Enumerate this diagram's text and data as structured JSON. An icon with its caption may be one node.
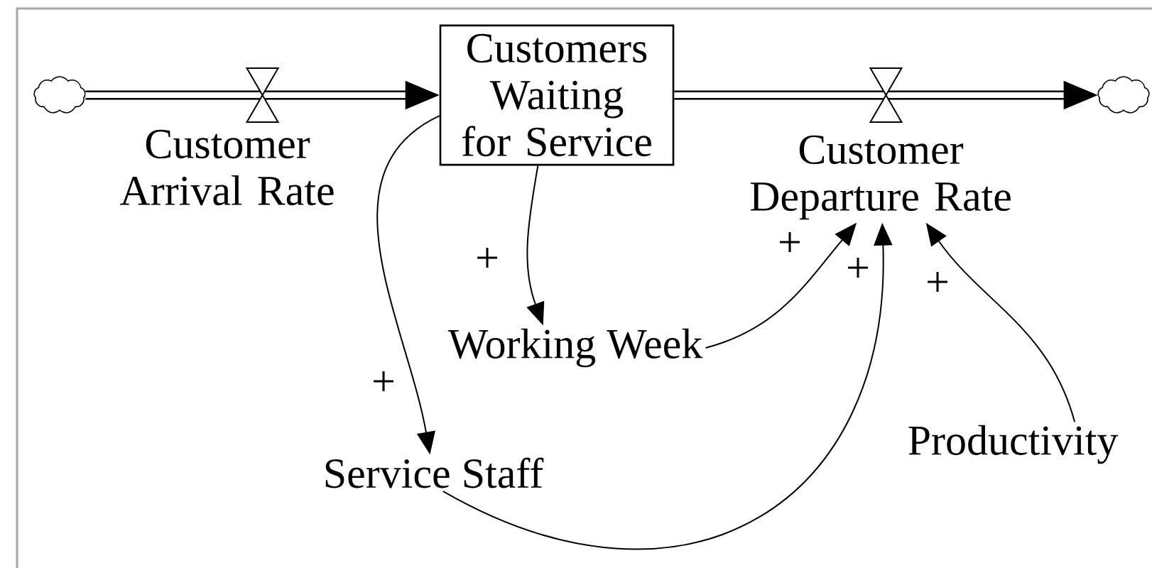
{
  "diagram": {
    "nodes": [
      {
        "text": [],
        "shape": "cloud"
      },
      {
        "text": [
          "Customers Waiting for Service"
        ]
      },
      {
        "text": [],
        "shape": "cloud"
      },
      {
        "text": [
          "Customer Departure Rate"
        ]
      },
      {
        "text": [
          "Working Week"
        ]
      },
      {
        "text": [
          "Service Staff"
        ]
      },
      {
        "text": [
          "Productivity"
        ]
      }
    ],
    "edges": [
      {
        "from": 0,
        "to": 1,
        "arrow": "to",
        "style": "thick",
        "label": "Customer Arrival Rate"
      },
      {
        "from": 1,
        "to": 2,
        "arrow": "to",
        "style": "thick"
      },
      {
        "from": 1,
        "to": 4,
        "arrow": "to",
        "label": "+"
      },
      {
        "from": 1,
        "to": 5,
        "arrow": "to",
        "label": "+"
      },
      {
        "from": 4,
        "to": 3,
        "arrow": "to",
        "label": "+"
      },
      {
        "from": 5,
        "to": 3,
        "arrow": "to",
        "label": "+"
      },
      {
        "from": 6,
        "to": 3,
        "arrow": "to",
        "label": "+"
      }
    ]
  }
}
